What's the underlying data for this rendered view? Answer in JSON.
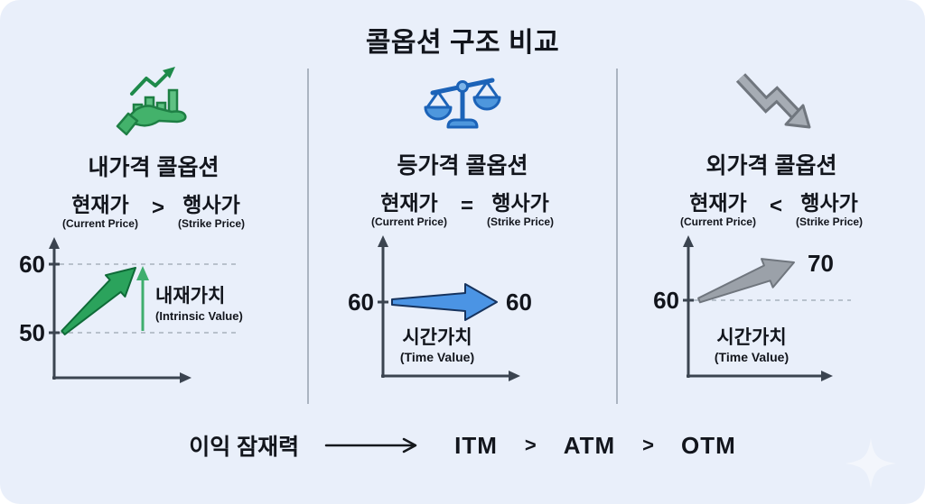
{
  "title": "콜옵션 구조 비교",
  "colors": {
    "background": "#e9effa",
    "text": "#12151c",
    "divider": "#96a0ad",
    "axis": "#3b4450",
    "green": "#2ba35c",
    "green_light": "#3fae6d",
    "blue": "#4b94e4",
    "gray": "#9aa0a8"
  },
  "columns": [
    {
      "icon": "growth-hand-icon",
      "title": "내가격 콜옵션",
      "condition": {
        "left": "현재가",
        "left_sub": "(Current Price)",
        "operator": ">",
        "right": "행사가",
        "right_sub": "(Strike Price)"
      },
      "chart": {
        "type": "line",
        "tick_top": "60",
        "tick_bottom": "50",
        "start_value": 50,
        "end_value": 60,
        "annotation": "내재가치",
        "annotation_sub": "(Intrinsic Value)",
        "arrow_color": "#2ba35c"
      }
    },
    {
      "icon": "balance-scale-icon",
      "title": "등가격 콜옵션",
      "condition": {
        "left": "현재가",
        "left_sub": "(Current Price)",
        "operator": "=",
        "right": "행사가",
        "right_sub": "(Strike Price)"
      },
      "chart": {
        "type": "line",
        "tick_left": "60",
        "value_right": "60",
        "start_value": 60,
        "end_value": 60,
        "annotation": "시간가치",
        "annotation_sub": "(Time Value)",
        "arrow_color": "#4b94e4"
      }
    },
    {
      "icon": "zigzag-down-arrow-icon",
      "title": "외가격 콜옵션",
      "condition": {
        "left": "현재가",
        "left_sub": "(Current Price)",
        "operator": "<",
        "right": "행사가",
        "right_sub": "(Strike Price)"
      },
      "chart": {
        "type": "line",
        "tick_left": "60",
        "value_right": "70",
        "start_value": 60,
        "end_value": 70,
        "annotation": "시간가치",
        "annotation_sub": "(Time Value)",
        "arrow_color": "#9aa0a8"
      }
    }
  ],
  "footer": {
    "label": "이익 잠재력",
    "separator": ">",
    "ranking": [
      "ITM",
      "ATM",
      "OTM"
    ]
  }
}
